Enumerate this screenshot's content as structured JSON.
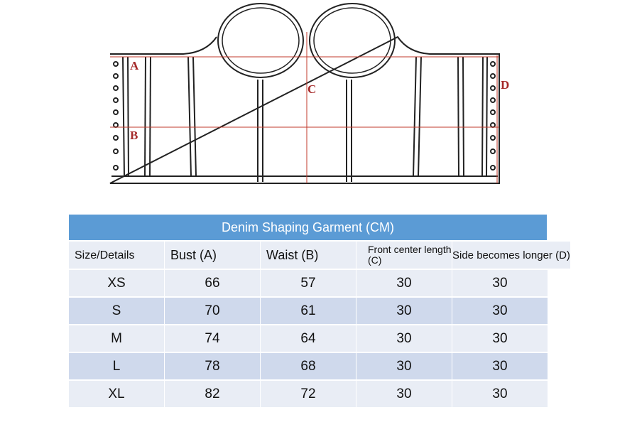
{
  "diagram": {
    "labels": {
      "a": "A",
      "b": "B",
      "c": "C",
      "d": "D"
    }
  },
  "table": {
    "title": "Denim Shaping Garment (CM)",
    "headers": [
      "Size/Details",
      "Bust (A)",
      "Waist (B)",
      "Front center length (C)",
      "Side becomes longer (D)"
    ],
    "rows": [
      [
        "XS",
        "66",
        "57",
        "30",
        "30"
      ],
      [
        "S",
        "70",
        "61",
        "30",
        "30"
      ],
      [
        "M",
        "74",
        "64",
        "30",
        "30"
      ],
      [
        "L",
        "78",
        "68",
        "30",
        "30"
      ],
      [
        "XL",
        "82",
        "72",
        "30",
        "30"
      ]
    ]
  },
  "colors": {
    "header": "#5b9bd5",
    "row_light": "#e9edf5",
    "row_dark": "#cfd9ec",
    "measure": "#c0392b"
  }
}
